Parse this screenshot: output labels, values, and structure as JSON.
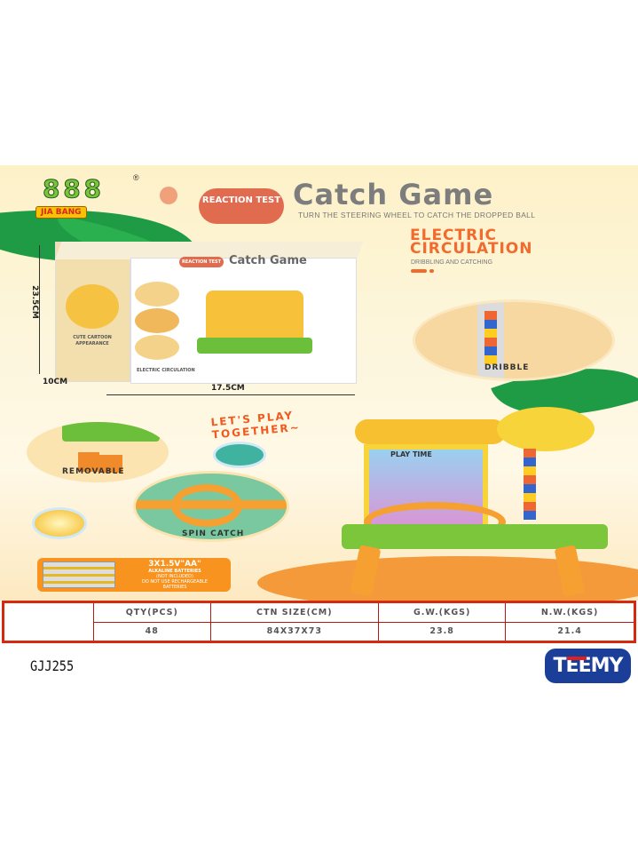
{
  "brand_logo": {
    "text": "JIA BANG",
    "registered": "®"
  },
  "header": {
    "badge": "REACTION TEST",
    "title": "Catch Game",
    "subtitle": "TURN THE STEERING WHEEL TO CATCH THE DROPPED BALL"
  },
  "feature": {
    "title_line1": "ELECTRIC",
    "title_line2": "CIRCULATION",
    "subtitle": "DRIBBLING AND CATCHING"
  },
  "box": {
    "title": "Catch Game",
    "badge": "REACTION TEST",
    "side_text": "CUTE CARTOON APPEARANCE",
    "front_text": "ELECTRIC CIRCULATION",
    "height": "23.5CM",
    "depth": "10CM",
    "width": "17.5CM"
  },
  "callouts": {
    "dribble": "DRIBBLE",
    "removable": "REMOVABLE",
    "spin_catch": "SPIN CATCH",
    "lets_play": "LET'S PLAY TOGETHER~",
    "play_time": "PLAY TIME"
  },
  "battery": {
    "line1": "3X1.5V\"AA\"",
    "line2": "ALKALINE BATTERIES",
    "line3": "(NOT INCLUDED)",
    "line4": "DO NOT USE RECHARGEABLE",
    "line5": "BATTERIES"
  },
  "spec_table": {
    "headers": [
      "QTY(PCS)",
      "CTN SIZE(CM)",
      "G.W.(KGS)",
      "N.W.(KGS)"
    ],
    "values": [
      "48",
      "84X37X73",
      "23.8",
      "21.4"
    ]
  },
  "model_number": "GJJ255",
  "seller_logo": "TEEMY"
}
